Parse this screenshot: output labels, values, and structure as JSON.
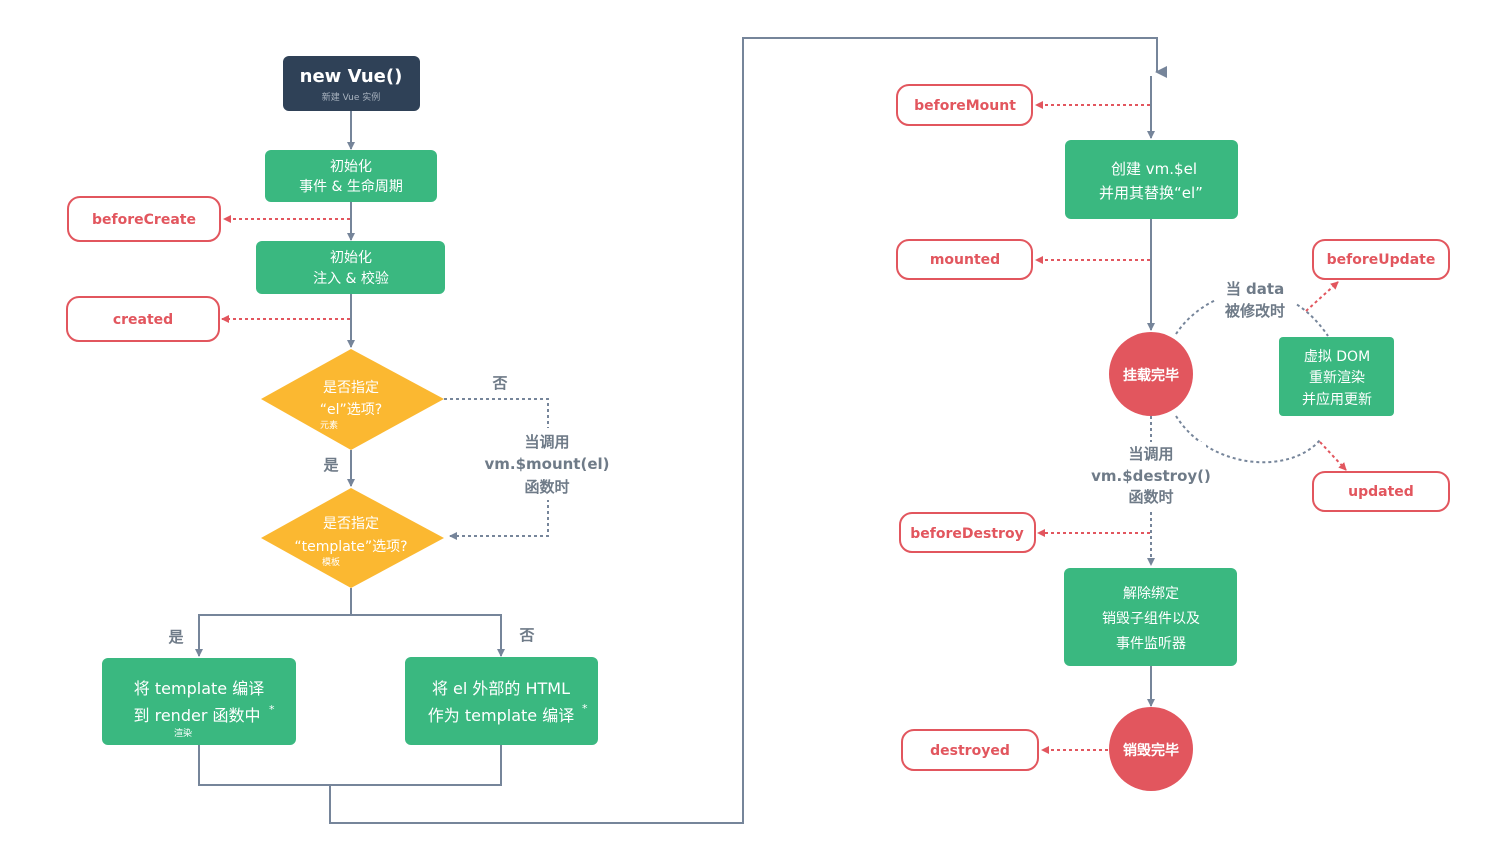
{
  "colors": {
    "green": "#3ab880",
    "dark": "#2f4157",
    "yellow": "#fbb831",
    "red": "#e2565e",
    "line": "#76859a",
    "gray_text": "#6f7b88"
  },
  "start": {
    "title": "new Vue()",
    "subtitle": "新建 Vue 实例"
  },
  "init_events": {
    "line1": "初始化",
    "line2": "事件 & 生命周期"
  },
  "init_inject": {
    "line1": "初始化",
    "line2": "注入 & 校验"
  },
  "decision_el": {
    "line1": "是否指定",
    "line2": "“el”选项?",
    "note": "元素"
  },
  "decision_template": {
    "line1": "是否指定",
    "line2": "“template”选项?",
    "note": "模板"
  },
  "labels": {
    "no_el": "否",
    "yes_el": "是",
    "yes_template": "是",
    "no_template": "否",
    "mount_call_1": "当调用",
    "mount_call_2": "vm.$mount(el)",
    "mount_call_3": "函数时",
    "data_change_1": "当 data",
    "data_change_2": "被修改时",
    "destroy_call_1": "当调用",
    "destroy_call_2": "vm.$destroy()",
    "destroy_call_3": "函数时"
  },
  "compile_template": {
    "line1": "将 template 编译",
    "line2": "到 render 函数中",
    "star": "*",
    "note": "渲染"
  },
  "compile_el": {
    "line1": "将 el 外部的 HTML",
    "line2": "作为 template 编译",
    "star": "*"
  },
  "create_el": {
    "line1": "创建 vm.$el",
    "line2": "并用其替换“el”"
  },
  "mounted_circle": "挂载完毕",
  "vdom": {
    "line1": "虚拟 DOM",
    "line2": "重新渲染",
    "line3": "并应用更新"
  },
  "teardown": {
    "line1": "解除绑定",
    "line2": "销毁子组件以及",
    "line3": "事件监听器"
  },
  "destroyed_circle": "销毁完毕",
  "hooks": {
    "beforeCreate": "beforeCreate",
    "created": "created",
    "beforeMount": "beforeMount",
    "mounted": "mounted",
    "beforeUpdate": "beforeUpdate",
    "updated": "updated",
    "beforeDestroy": "beforeDestroy",
    "destroyed": "destroyed"
  }
}
